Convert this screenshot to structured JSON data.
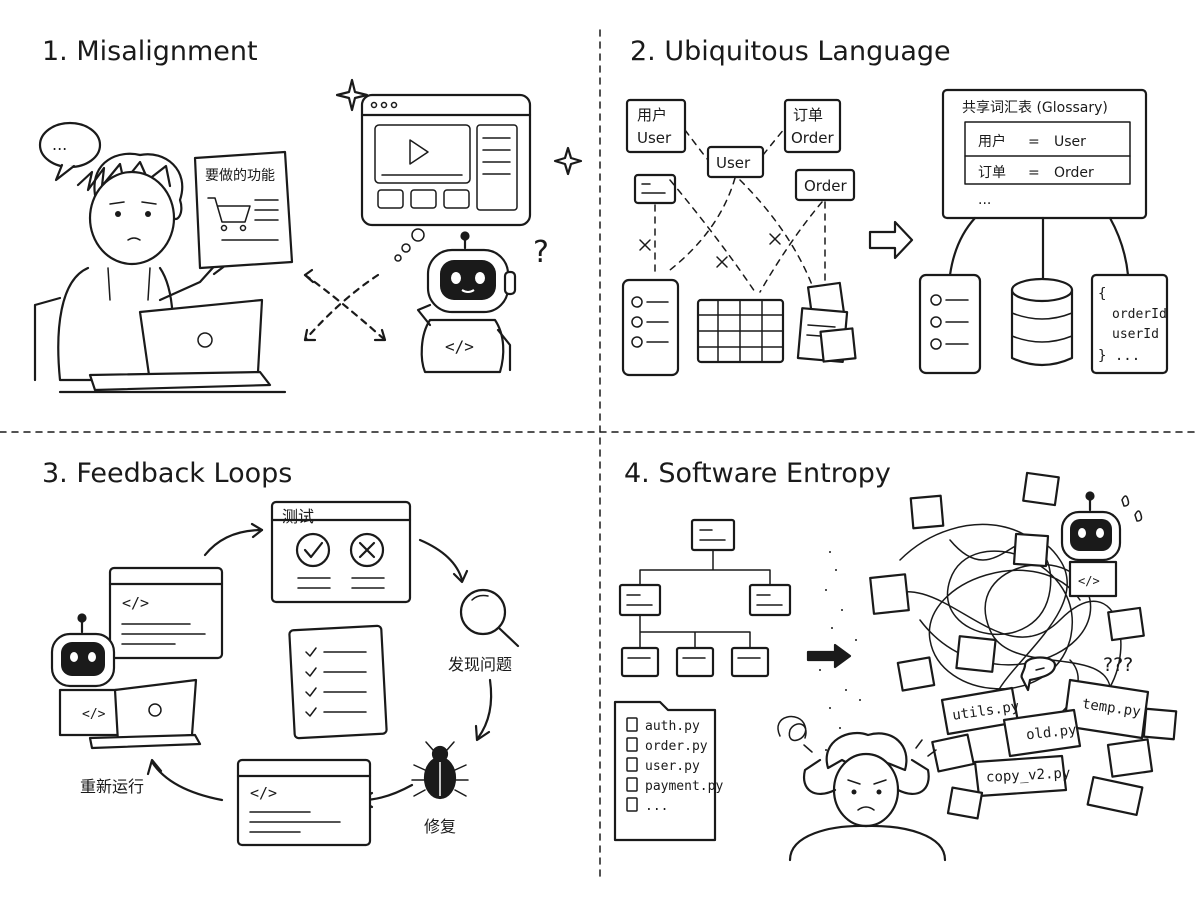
{
  "panels": [
    {
      "title": "1. Misalignment"
    },
    {
      "title": "2. Ubiquitous Language"
    },
    {
      "title": "3. Feedback Loops"
    },
    {
      "title": "4. Software Entropy"
    }
  ],
  "p1": {
    "speech": "...",
    "spec_title": "要做的功能",
    "question": "?"
  },
  "p2": {
    "user_zh": "用户",
    "user_en": "User",
    "order_zh": "订单",
    "order_en": "Order",
    "user_mid": "User",
    "order_mid": "Order",
    "glossary_title": "共享词汇表 (Glossary)",
    "glossary_rows": [
      {
        "zh": "用户",
        "eq": "=",
        "en": "User"
      },
      {
        "zh": "订单",
        "eq": "=",
        "en": "Order"
      }
    ],
    "glossary_more": "...",
    "json_open": "{",
    "json_keys": [
      "orderId",
      "userId"
    ],
    "json_close": "} ..."
  },
  "p3": {
    "test_label": "测试",
    "find_issue": "发现问题",
    "fix": "修复",
    "rerun": "重新运行",
    "code_tag": "</>"
  },
  "p4": {
    "files": [
      "auth.py",
      "order.py",
      "user.py",
      "payment.py",
      "..."
    ],
    "messy_files": [
      "utils.py",
      "temp.py",
      "old.py",
      "copy_v2.py"
    ],
    "confused": "???"
  }
}
